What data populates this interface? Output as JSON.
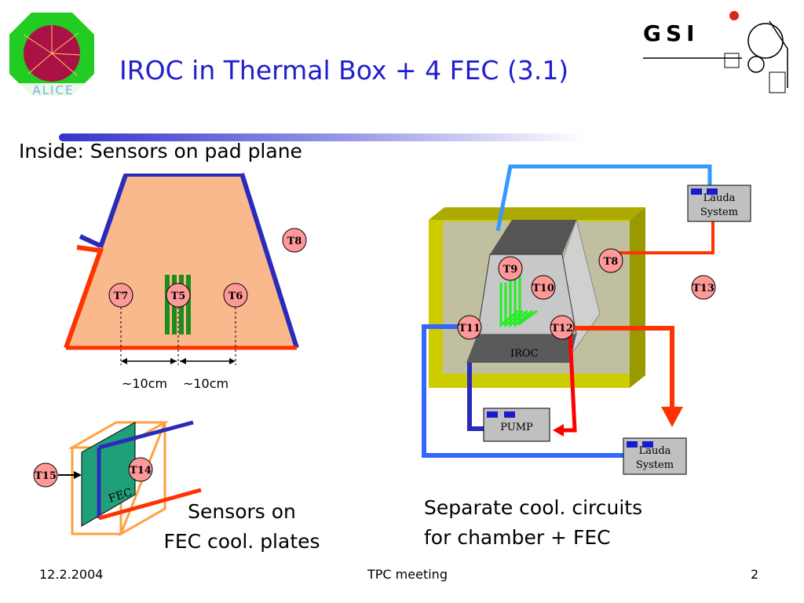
{
  "slide": {
    "title": "IROC in Thermal Box + 4 FEC (3.1)",
    "subtitle": "Inside: Sensors on pad plane",
    "logos": {
      "alice": "ALICE",
      "gsi": "GSI"
    },
    "pad_plane": {
      "sensors": [
        "T7",
        "T5",
        "T6",
        "T8"
      ],
      "dimensions": [
        "~10cm",
        "~10cm"
      ]
    },
    "fec": {
      "label": "FEC",
      "sensors": [
        "T15",
        "T14"
      ],
      "caption_lines": [
        "Sensors on",
        "FEC cool. plates"
      ]
    },
    "thermal_box": {
      "chamber_label": "IROC",
      "pump_label": "PUMP",
      "lauda_top_lines": [
        "Lauda",
        "System"
      ],
      "lauda_bottom_lines": [
        "Lauda",
        "System"
      ],
      "sensors": [
        "T9",
        "T8",
        "T10",
        "T13",
        "T11",
        "T12"
      ],
      "caption_lines": [
        "Separate cool. circuits",
        "for chamber + FEC"
      ]
    },
    "colors": {
      "title": "#1f1fcc",
      "pad_plane_fill": "#f9b98c",
      "box_frame": "#cccc00",
      "box_inner": "#c0c0a0",
      "cool_blue": "#3366ff",
      "cool_red": "#ff3300",
      "sensor_fill": "#ff9999"
    }
  },
  "footer": {
    "date": "12.2.2004",
    "event": "TPC meeting",
    "page": "2"
  }
}
